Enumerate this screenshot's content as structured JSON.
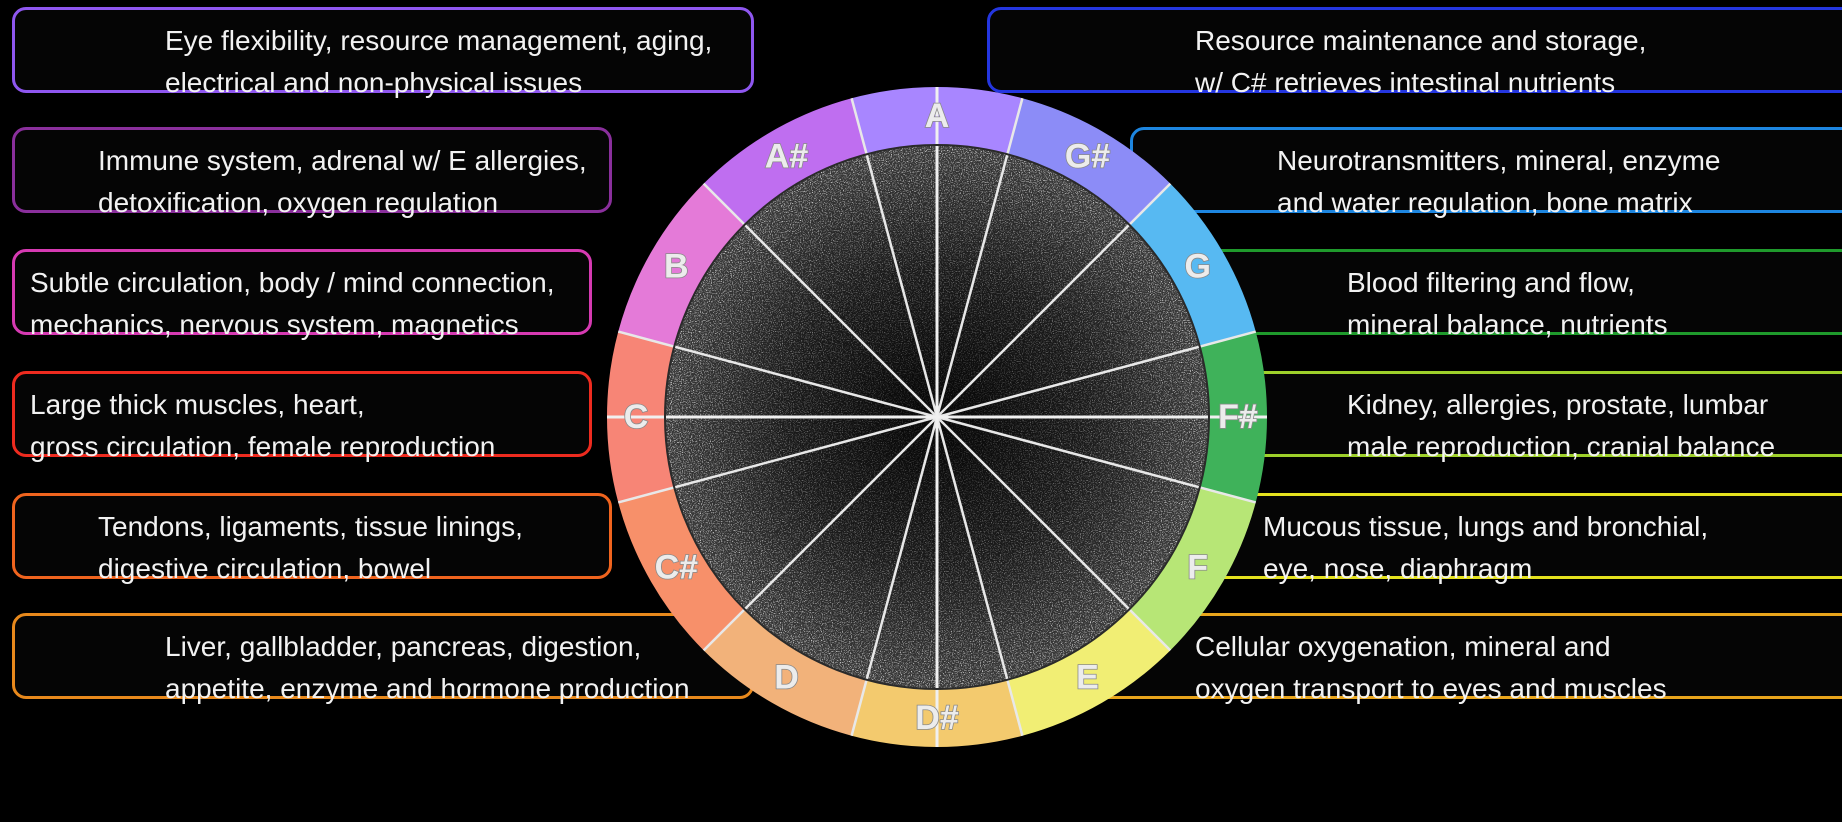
{
  "boxes": [
    {
      "note": "A",
      "side": "left",
      "color": "#8f57f0",
      "lines": [
        "Eye flexibility, resource management, aging,",
        "electrical and non-physical issues"
      ]
    },
    {
      "note": "A#",
      "side": "left",
      "color": "#8a2f9c",
      "lines": [
        "Immune system, adrenal w/ E allergies,",
        "detoxification, oxygen regulation"
      ]
    },
    {
      "note": "B",
      "side": "left",
      "color": "#d63ab2",
      "lines": [
        "Subtle circulation, body / mind connection,",
        "mechanics, nervous system, magnetics"
      ]
    },
    {
      "note": "C",
      "side": "left",
      "color": "#ee2b1f",
      "lines": [
        "Large thick muscles, heart,",
        "gross circulation, female reproduction"
      ]
    },
    {
      "note": "C#",
      "side": "left",
      "color": "#f0641e",
      "lines": [
        "Tendons, ligaments, tissue linings,",
        "digestive circulation, bowel"
      ]
    },
    {
      "note": "D",
      "side": "left",
      "color": "#e8891c",
      "lines": [
        "Liver, gallbladder, pancreas, digestion,",
        "appetite, enzyme and hormone production"
      ]
    },
    {
      "note": "G#",
      "side": "right",
      "color": "#2436e0",
      "lines": [
        "Resource maintenance and storage,",
        "w/ C# retrieves intestinal nutrients"
      ]
    },
    {
      "note": "G",
      "side": "right",
      "color": "#1d86e0",
      "lines": [
        "Neurotransmitters, mineral, enzyme",
        "and water regulation, bone matrix"
      ]
    },
    {
      "note": "F#",
      "side": "right",
      "color": "#1f9a2c",
      "lines": [
        "Blood filtering and flow,",
        "mineral balance, nutrients"
      ]
    },
    {
      "note": "F",
      "side": "right",
      "color": "#9ed02a",
      "lines": [
        "Kidney, allergies, prostate, lumbar",
        "male reproduction, cranial balance"
      ]
    },
    {
      "note": "E",
      "side": "right",
      "color": "#e5e21e",
      "lines": [
        "Mucous tissue, lungs and bronchial,",
        "eye, nose, diaphragm"
      ]
    },
    {
      "note": "D#",
      "side": "right",
      "color": "#e9a51c",
      "lines": [
        "Cellular oxygenation, mineral and",
        "oxygen transport to eyes and muscles"
      ]
    }
  ],
  "wheel": {
    "notes": [
      "A",
      "G#",
      "G",
      "F#",
      "F",
      "E",
      "D#",
      "D",
      "C#",
      "C",
      "B",
      "A#"
    ],
    "colors": [
      "#a886ff",
      "#8c8cf7",
      "#57b9f2",
      "#3fb25a",
      "#b7e676",
      "#f1ee74",
      "#f3ca6e",
      "#f2b27a",
      "#f7906a",
      "#f78576",
      "#e47ad8",
      "#bf6ef0"
    ]
  }
}
